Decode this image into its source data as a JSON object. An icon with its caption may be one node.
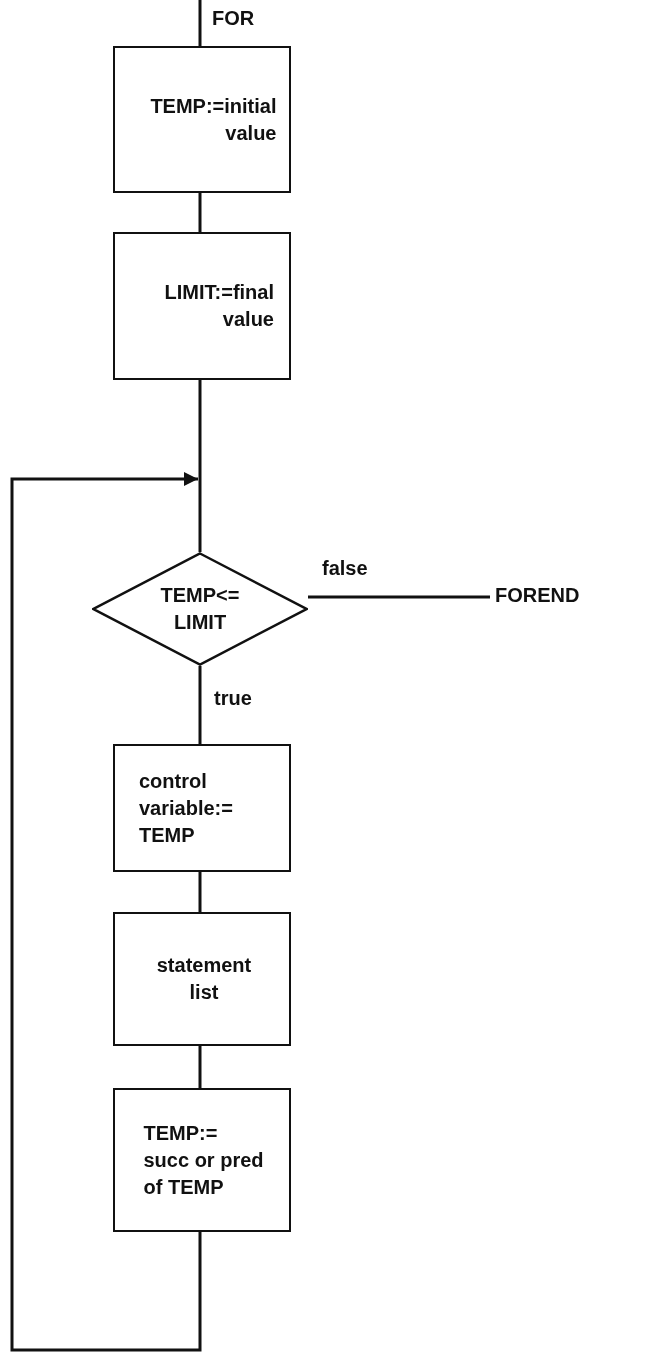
{
  "diagram": {
    "nodes": [
      {
        "text": [
          "FOR"
        ]
      },
      {
        "text": [
          "TEMP:=initial value"
        ]
      },
      {
        "text": [
          "LIMIT:=final value"
        ]
      },
      {
        "text": [
          "TEMP<= LIMIT"
        ]
      },
      {
        "text": [
          "FOREND"
        ]
      },
      {
        "text": [
          "control variable:= TEMP"
        ]
      },
      {
        "text": [
          "statement list"
        ]
      },
      {
        "text": [
          "TEMP:= succ or pred of TEMP"
        ]
      }
    ],
    "edges": [
      {
        "from": 0,
        "to": 1,
        "arrow": "none"
      },
      {
        "from": 1,
        "to": 2,
        "arrow": "none"
      },
      {
        "from": 2,
        "to": 3,
        "arrow": "none"
      },
      {
        "from": 3,
        "to": 4,
        "arrow": "none",
        "label": "false"
      },
      {
        "from": 3,
        "to": 5,
        "arrow": "none",
        "label": "true"
      },
      {
        "from": 5,
        "to": 6,
        "arrow": "none"
      },
      {
        "from": 6,
        "to": 7,
        "arrow": "none"
      },
      {
        "from": 7,
        "to": 3,
        "arrow": "to"
      }
    ]
  }
}
